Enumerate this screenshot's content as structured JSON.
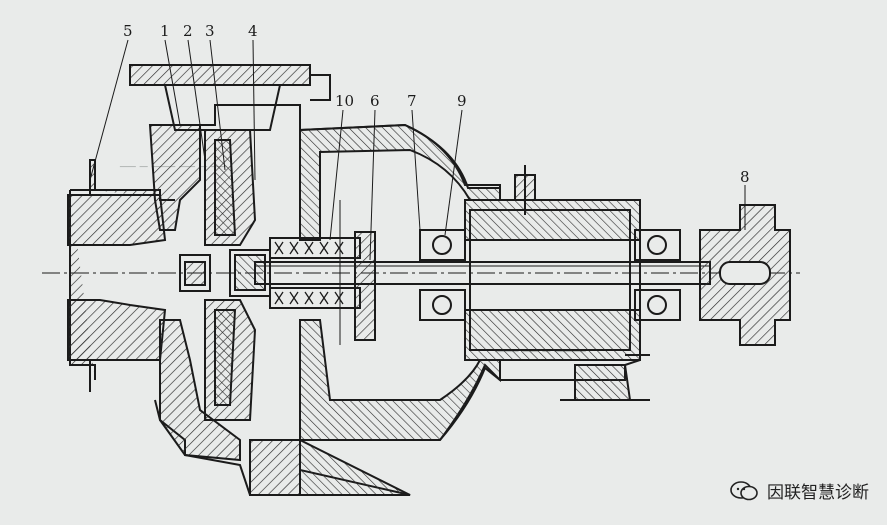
{
  "diagram": {
    "part_labels": [
      "5",
      "1",
      "2",
      "3",
      "4",
      "10",
      "6",
      "7",
      "9",
      "8"
    ]
  },
  "watermark": {
    "text": "因联智慧诊断",
    "icon": "wechat-bubble-icon"
  },
  "colors": {
    "paper": "#e9ebea",
    "ink": "#1b1b1b",
    "hatch": "#2a2a2a"
  }
}
